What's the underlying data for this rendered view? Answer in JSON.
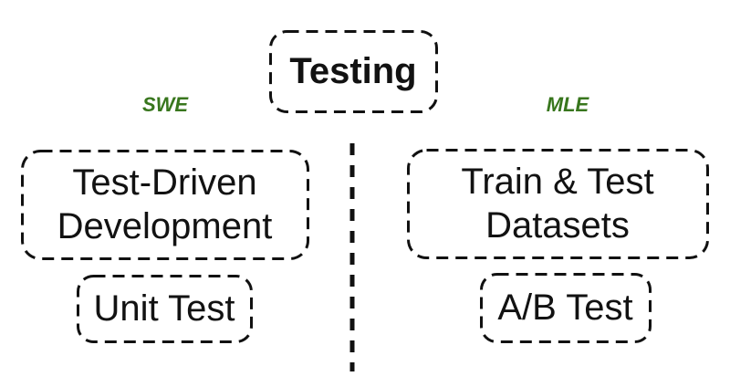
{
  "diagram": {
    "root": {
      "label": "Testing"
    },
    "left_column": {
      "heading": "SWE",
      "box1": "Test-Driven Development",
      "box2": "Unit Test"
    },
    "right_column": {
      "heading": "MLE",
      "box1": "Train & Test Datasets",
      "box2": "A/B Test"
    },
    "colors": {
      "heading_green": "#38761d",
      "text_black": "#121212",
      "border_black": "#111111",
      "background": "#ffffff"
    }
  }
}
